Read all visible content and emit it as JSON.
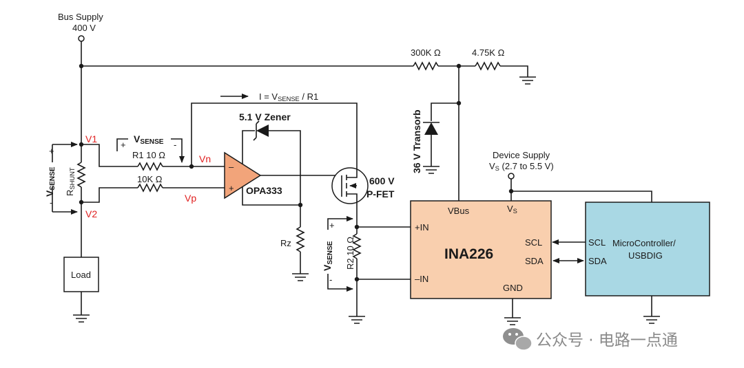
{
  "labels": {
    "bus_supply": "Bus Supply",
    "bus_voltage": "400 V",
    "r300k": "300K Ω",
    "r475k": "4.75K Ω",
    "current_eq": "I = VSENSE / R1",
    "zener": "5.1 V Zener",
    "transorb": "36 V Transorb",
    "v1": "V1",
    "v2": "V2",
    "vn": "Vn",
    "vp": "Vp",
    "vsense": "VSENSE",
    "rshunt": "RSHUNT",
    "r1": "R1 10 Ω",
    "r10k": "10K Ω",
    "opamp": "OPA333",
    "rz": "Rz",
    "pfet_v": "600 V",
    "pfet": "P-FET",
    "r2": "R2 10 Ω",
    "load": "Load",
    "device_supply": "Device Supply",
    "vs_range": "VS (2.7 to 5.5 V)",
    "plus": "+",
    "minus": "-"
  },
  "ina226": {
    "name": "INA226",
    "vbus": "VBus",
    "vs": "VS",
    "plus_in": "+IN",
    "minus_in": "–IN",
    "scl": "SCL",
    "sda": "SDA",
    "gnd": "GND"
  },
  "mcu": {
    "name_line1": "MicroController/",
    "name_line2": "USBDIG",
    "scl": "SCL",
    "sda": "SDA"
  },
  "watermark": {
    "text": "公众号 · 电路一点通"
  },
  "colors": {
    "ina226_fill": "#f9cfae",
    "mcu_fill": "#a9d8e4",
    "opamp_fill": "#f2a47a",
    "label_red": "#e02020"
  }
}
